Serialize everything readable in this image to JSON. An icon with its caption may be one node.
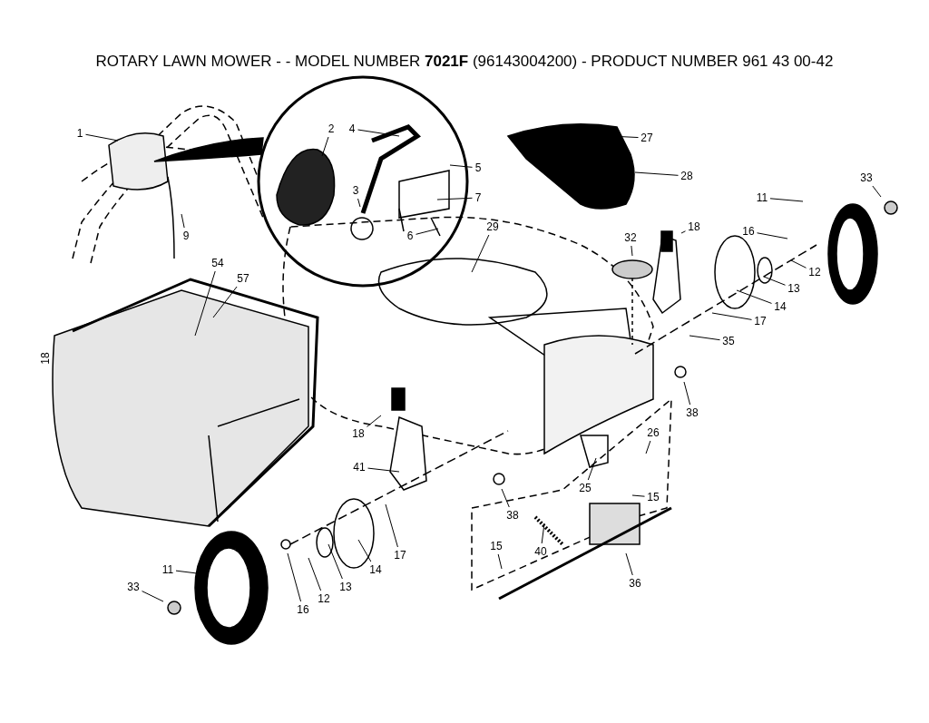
{
  "diagram": {
    "title": "ROTARY LAWN MOWER - - MODEL NUMBER  **7021F**  (96143004200) - PRODUCT NUMBER 961 43 00-42",
    "nodes": [
      {
        "text": [
          "1"
        ]
      },
      {
        "text": [
          "2"
        ]
      },
      {
        "text": [
          "4"
        ]
      },
      {
        "text": [
          "27"
        ]
      },
      {
        "text": [
          "33"
        ]
      },
      {
        "text": [
          "5"
        ]
      },
      {
        "text": [
          "28"
        ]
      },
      {
        "text": [
          "3"
        ]
      },
      {
        "text": [
          "7"
        ]
      },
      {
        "text": [
          "11"
        ]
      },
      {
        "text": [
          "9"
        ]
      },
      {
        "text": [
          "6"
        ]
      },
      {
        "text": [
          "29"
        ]
      },
      {
        "text": [
          "18"
        ]
      },
      {
        "text": [
          "16"
        ]
      },
      {
        "text": [
          "32"
        ]
      },
      {
        "text": [
          "12"
        ]
      },
      {
        "text": [
          "54"
        ]
      },
      {
        "text": [
          "57"
        ]
      },
      {
        "text": [
          "13"
        ]
      },
      {
        "text": [
          "14"
        ]
      },
      {
        "text": [
          "17"
        ]
      },
      {
        "text": [
          "35"
        ]
      },
      {
        "text": [
          "38"
        ]
      },
      {
        "text": [
          "26"
        ]
      },
      {
        "text": [
          "18"
        ]
      },
      {
        "text": [
          "41"
        ]
      },
      {
        "text": [
          "25"
        ]
      },
      {
        "text": [
          "15"
        ]
      },
      {
        "text": [
          "38"
        ]
      },
      {
        "text": [
          "40"
        ]
      },
      {
        "text": [
          "15"
        ]
      },
      {
        "text": [
          "36"
        ]
      },
      {
        "text": [
          "11"
        ]
      },
      {
        "text": [
          "33"
        ]
      },
      {
        "text": [
          "14"
        ]
      },
      {
        "text": [
          "17"
        ]
      },
      {
        "text": [
          "16"
        ]
      },
      {
        "text": [
          "12"
        ]
      },
      {
        "text": [
          "13"
        ]
      }
    ],
    "edges": [
      {
        "from": 0,
        "to": null,
        "arrow": "none"
      },
      {
        "from": 1,
        "to": null,
        "arrow": "none"
      },
      {
        "from": 2,
        "to": null,
        "arrow": "none"
      },
      {
        "from": 3,
        "to": null,
        "arrow": "none"
      },
      {
        "from": 4,
        "to": null,
        "arrow": "none"
      },
      {
        "from": 5,
        "to": null,
        "arrow": "none"
      },
      {
        "from": 6,
        "to": null,
        "arrow": "none"
      },
      {
        "from": 7,
        "to": null,
        "arrow": "none"
      },
      {
        "from": 8,
        "to": null,
        "arrow": "none"
      },
      {
        "from": 9,
        "to": null,
        "arrow": "none"
      },
      {
        "from": 10,
        "to": null,
        "arrow": "none"
      },
      {
        "from": 11,
        "to": null,
        "arrow": "none"
      },
      {
        "from": 12,
        "to": null,
        "arrow": "none"
      },
      {
        "from": 13,
        "to": null,
        "arrow": "none"
      },
      {
        "from": 14,
        "to": null,
        "arrow": "none"
      },
      {
        "from": 15,
        "to": null,
        "arrow": "none"
      },
      {
        "from": 16,
        "to": null,
        "arrow": "none"
      },
      {
        "from": 17,
        "to": null,
        "arrow": "none"
      },
      {
        "from": 18,
        "to": null,
        "arrow": "none"
      },
      {
        "from": 19,
        "to": null,
        "arrow": "none"
      },
      {
        "from": 20,
        "to": null,
        "arrow": "none"
      },
      {
        "from": 21,
        "to": null,
        "arrow": "none"
      },
      {
        "from": 22,
        "to": null,
        "arrow": "none"
      },
      {
        "from": 23,
        "to": null,
        "arrow": "none"
      },
      {
        "from": 24,
        "to": null,
        "arrow": "none"
      },
      {
        "from": 25,
        "to": null,
        "arrow": "none"
      },
      {
        "from": 26,
        "to": null,
        "arrow": "none"
      },
      {
        "from": 27,
        "to": null,
        "arrow": "none"
      },
      {
        "from": 28,
        "to": null,
        "arrow": "none"
      },
      {
        "from": 29,
        "to": null,
        "arrow": "none"
      },
      {
        "from": 30,
        "to": null,
        "arrow": "none"
      },
      {
        "from": 31,
        "to": null,
        "arrow": "none"
      },
      {
        "from": 32,
        "to": null,
        "arrow": "none"
      },
      {
        "from": 33,
        "to": null,
        "arrow": "none"
      },
      {
        "from": 34,
        "to": null,
        "arrow": "none"
      },
      {
        "from": 35,
        "to": null,
        "arrow": "none"
      },
      {
        "from": 36,
        "to": null,
        "arrow": "none"
      },
      {
        "from": 37,
        "to": null,
        "arrow": "none"
      },
      {
        "from": 38,
        "to": null,
        "arrow": "none"
      },
      {
        "from": 39,
        "to": null,
        "arrow": "none"
      }
    ],
    "labels": [
      "18"
    ]
  }
}
